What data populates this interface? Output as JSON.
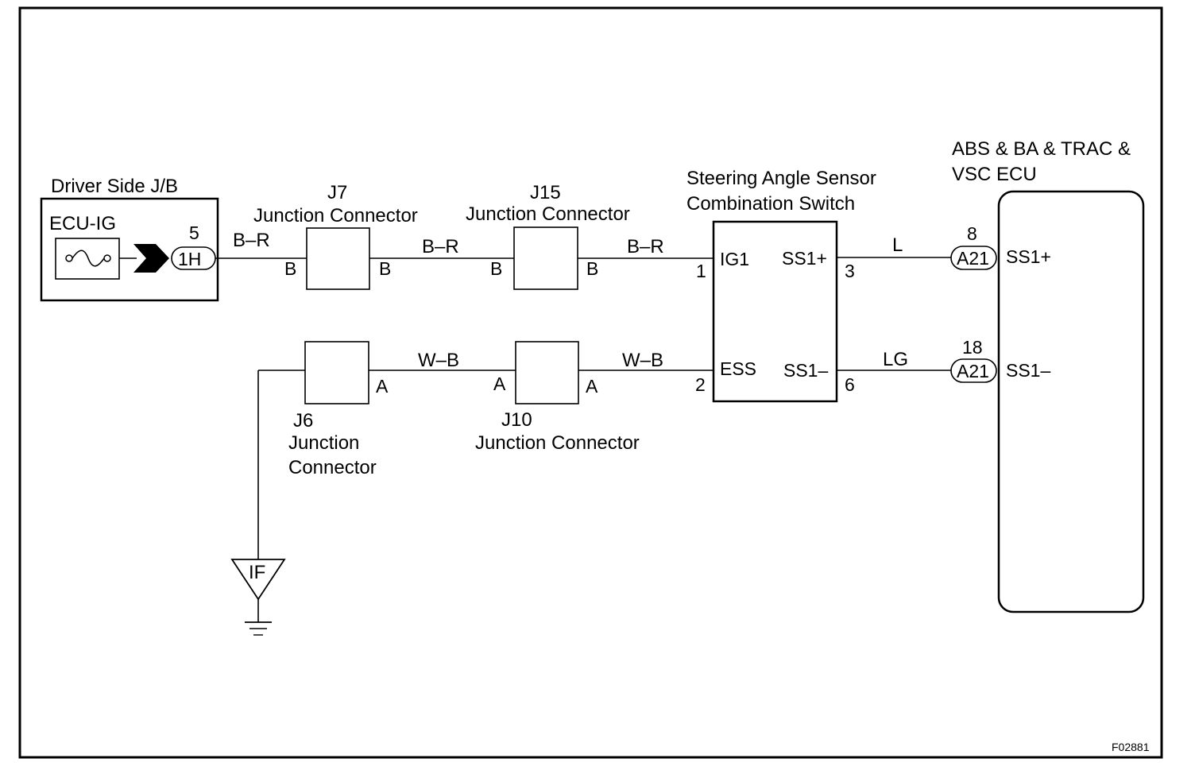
{
  "diagram": {
    "figure_id": "F02881",
    "colors": {
      "line": "#000000",
      "background": "#ffffff"
    },
    "driver_jb": {
      "title": "Driver Side J/B",
      "fuse_label": "ECU-IG",
      "pin": "5",
      "connector": "1H",
      "icons": [
        "fuse-icon",
        "connector-arrow-icon"
      ]
    },
    "j7": {
      "id": "J7",
      "name": "Junction Connector",
      "left_pin": "B",
      "right_pin": "B"
    },
    "j15": {
      "id": "J15",
      "name": "Junction Connector",
      "left_pin": "B",
      "right_pin": "B"
    },
    "j6": {
      "id": "J6",
      "name_line1": "Junction",
      "name_line2": "Connector",
      "right_pin": "A"
    },
    "j10": {
      "id": "J10",
      "name": "Junction Connector",
      "left_pin": "A",
      "right_pin": "A"
    },
    "wires": {
      "jb_to_j7": "B–R",
      "j7_to_j15": "B–R",
      "j15_to_sensor": "B–R",
      "j6_to_j10": "W–B",
      "j10_to_sensor": "W–B",
      "ss1p_wire": "L",
      "ss1m_wire": "LG"
    },
    "sensor": {
      "title_line1": "Steering Angle Sensor",
      "title_line2": "Combination Switch",
      "pin_ig1": "IG1",
      "pin_ig1_no": "1",
      "pin_ess": "ESS",
      "pin_ess_no": "2",
      "pin_ss1p": "SS1+",
      "pin_ss1p_no": "3",
      "pin_ss1m": "SS1–",
      "pin_ss1m_no": "6"
    },
    "ecu": {
      "title_line1": "ABS & BA & TRAC &",
      "title_line2": "VSC ECU",
      "conn_top_pin": "8",
      "conn_top": "A21",
      "pin_top": "SS1+",
      "conn_bot_pin": "18",
      "conn_bot": "A21",
      "pin_bot": "SS1–"
    },
    "ground": {
      "label": "IF",
      "icons": [
        "ground-triangle-icon",
        "ground-symbol-icon"
      ]
    }
  }
}
